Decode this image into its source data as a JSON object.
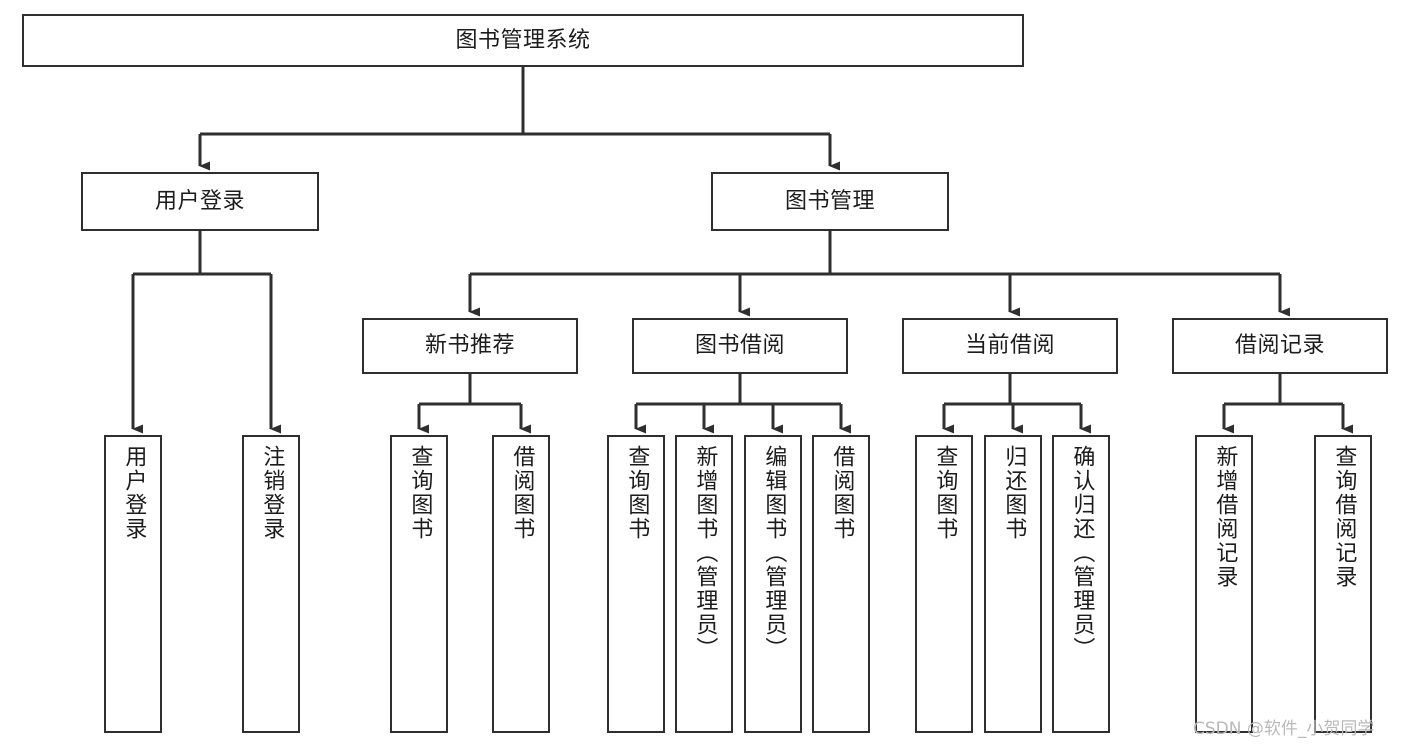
{
  "diagram": {
    "title": "图书管理系统",
    "type": "tree",
    "root": {
      "label": "图书管理系统"
    },
    "level1": [
      {
        "label": "用户登录"
      },
      {
        "label": "图书管理"
      }
    ],
    "level2": [
      {
        "label": "新书推荐"
      },
      {
        "label": "图书借阅"
      },
      {
        "label": "当前借阅"
      },
      {
        "label": "借阅记录"
      }
    ],
    "leaves": {
      "user_login": [
        {
          "label": "用户登录"
        },
        {
          "label": "注销登录"
        }
      ],
      "new_book_recommend": [
        {
          "label": "查询图书"
        },
        {
          "label": "借阅图书"
        }
      ],
      "book_borrow": [
        {
          "label": "查询图书"
        },
        {
          "label": "新增图书（管理员）"
        },
        {
          "label": "编辑图书（管理员）"
        },
        {
          "label": "借阅图书"
        }
      ],
      "current_borrow": [
        {
          "label": "查询图书"
        },
        {
          "label": "归还图书"
        },
        {
          "label": "确认归还（管理员）"
        }
      ],
      "borrow_record": [
        {
          "label": "新增借阅记录"
        },
        {
          "label": "查询借阅记录"
        }
      ]
    }
  },
  "watermark": {
    "text": "CSDN @软件_小贺同学"
  },
  "colors": {
    "stroke": "#2f2f2f",
    "fill": "#ffffff",
    "text": "#1c1c1c",
    "watermark": "#b9b9b9"
  }
}
